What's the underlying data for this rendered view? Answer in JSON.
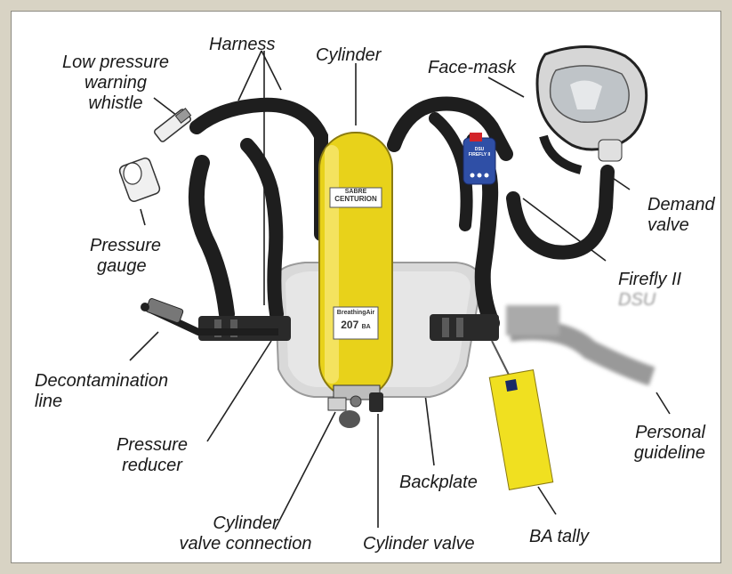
{
  "colors": {
    "background": "#d8d3c4",
    "panel": "#ffffff",
    "cylinder": "#e8d21a",
    "harness": "#1e1e1e",
    "backplate": "#dcdcdc",
    "tally": "#f0e020",
    "firefly": "#2f4fa6"
  },
  "labels": {
    "low_pressure_whistle": [
      "Low pressure",
      "warning",
      "whistle"
    ],
    "harness": "Harness",
    "cylinder": "Cylinder",
    "face_mask": "Face-mask",
    "demand_valve": [
      "Demand",
      "valve"
    ],
    "pressure_gauge": [
      "Pressure",
      "gauge"
    ],
    "firefly": [
      "Firefly II",
      "DSU"
    ],
    "decontamination_line": [
      "Decontamination",
      "line"
    ],
    "personal_guideline": [
      "Personal",
      "guideline"
    ],
    "pressure_reducer": [
      "Pressure",
      "reducer"
    ],
    "backplate": "Backplate",
    "cylinder_valve_connection": [
      "Cylinder",
      "valve connection"
    ],
    "cylinder_valve": "Cylinder valve",
    "ba_tally": "BA tally"
  },
  "cylinder_markings": {
    "brand_line1": "SABRE",
    "brand_line2": "CENTURION",
    "gas": "BreathingAir",
    "number": "207",
    "unit": "BA"
  },
  "firefly_markings": {
    "line1": "DSU",
    "line2": "FIREFLY II"
  }
}
